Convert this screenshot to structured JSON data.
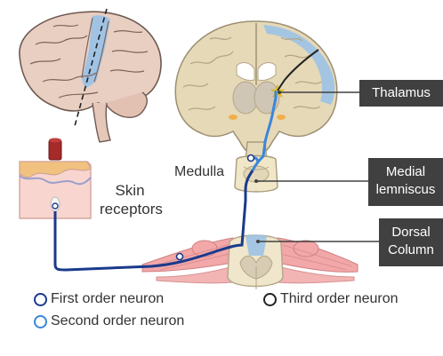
{
  "labels": {
    "skin_receptors": "Skin receptors",
    "medulla": "Medulla"
  },
  "callouts": {
    "thalamus": "Thalamus",
    "medial_lemniscus": "Medial lemniscus",
    "dorsal_column": "Dorsal Column"
  },
  "legend": {
    "first": "First order neuron",
    "second": "Second order neuron",
    "third": "Third order neuron"
  },
  "colors": {
    "first_order": "#1a3a8c",
    "second_order": "#3a86d9",
    "third_order": "#222222",
    "callout_bg": "#404040",
    "brain": "#e6d9b8",
    "muscle_pink": "#f2a7a8",
    "highlight_blue": "#9cc2e6",
    "nucleus_yellow": "#f5d21a"
  }
}
